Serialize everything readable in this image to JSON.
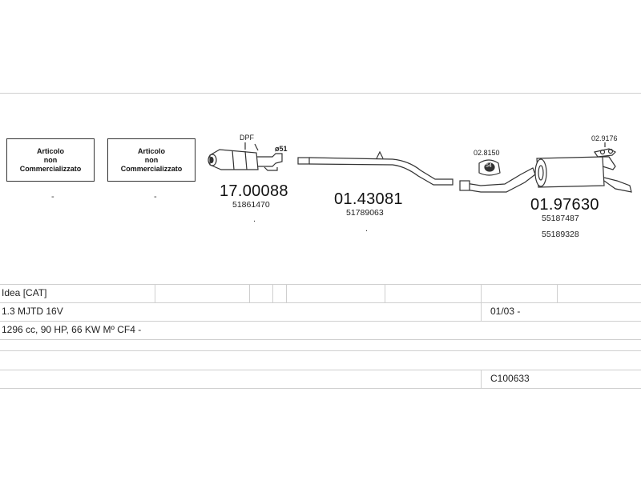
{
  "not_marketed": {
    "line1": "Articolo",
    "line2": "non",
    "line3": "Commercializzato",
    "dash": "-"
  },
  "parts": [
    {
      "label": "DPF",
      "number": "17.00088",
      "oe": [
        "51861470"
      ],
      "dot": "."
    },
    {
      "label": "ø51",
      "number": "01.43081",
      "oe": [
        "51789063"
      ],
      "dot": "."
    },
    {
      "label": "02.9176",
      "number": "01.97630",
      "oe": [
        "55187487",
        "55189328"
      ]
    }
  ],
  "clamp_label": "02.8150",
  "clamp_size": "54",
  "table": {
    "model": "Idea  [CAT]",
    "engine": "1.3 MJTD 16V",
    "date": "01/03 -",
    "spec": "1296 cc, 90 HP, 66 KW Mº CF4 -",
    "code": "C100633"
  }
}
